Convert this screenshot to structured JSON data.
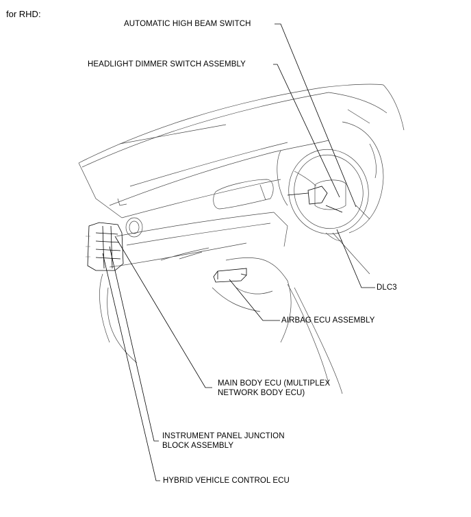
{
  "diagram": {
    "heading": "for RHD:",
    "labels": {
      "auto_high_beam": "AUTOMATIC HIGH BEAM SWITCH",
      "headlight_dimmer": "HEADLIGHT DIMMER SWITCH ASSEMBLY",
      "dlc3": "DLC3",
      "airbag_ecu": "AIRBAG ECU ASSEMBLY",
      "main_body_ecu_1": "MAIN BODY ECU (MULTIPLEX",
      "main_body_ecu_2": "NETWORK BODY ECU)",
      "ip_junction_1": "INSTRUMENT PANEL JUNCTION",
      "ip_junction_2": "BLOCK ASSEMBLY",
      "hybrid_ecu": "HYBRID VEHICLE CONTROL ECU"
    }
  }
}
